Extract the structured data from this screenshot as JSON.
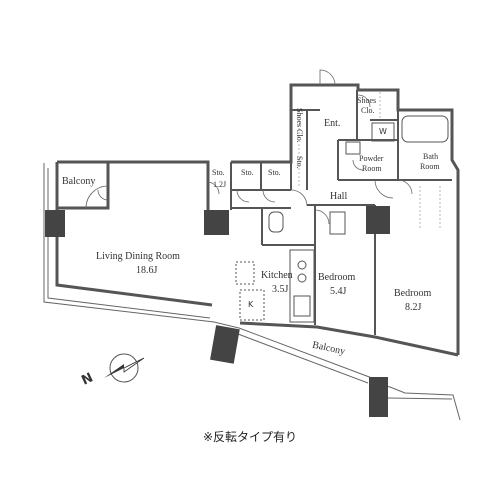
{
  "rooms": {
    "balcony_small": "Balcony",
    "living_dining": "Living Dining Room",
    "living_dining_size": "18.6J",
    "kitchen": "Kitchen",
    "kitchen_size": "3.5J",
    "bedroom1": "Bedroom",
    "bedroom1_size": "5.4J",
    "bedroom2": "Bedroom",
    "bedroom2_size": "8.2J",
    "balcony_large": "Balcony",
    "hall": "Hall",
    "entrance": "Ent.",
    "storage1": "Sto.",
    "storage1_size": "1.2J",
    "storage2": "Sto.",
    "storage3": "Sto.",
    "storage4": "Sto.",
    "shoes_clo_top_1": "Shoes",
    "shoes_clo_top_2": "Clo.",
    "shoes_clo_side": "Shoes Clo.",
    "powder_room_1": "Powder",
    "powder_room_2": "Room",
    "bath_room_1": "Bath",
    "bath_room_2": "Room",
    "washer_mark": "W",
    "fridge_mark": "K"
  },
  "compass": {
    "north_label": "N"
  },
  "note": "※反転タイプ有り",
  "colors": {
    "wall": "#555555",
    "column": "#444444",
    "line": "#666666"
  }
}
